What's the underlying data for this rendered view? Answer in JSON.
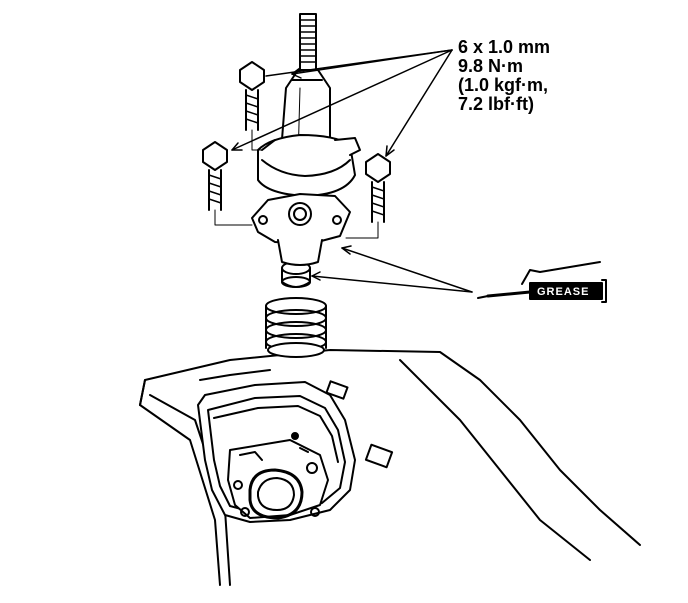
{
  "spec": {
    "line1": "6 x 1.0 mm",
    "line2": "9.8 N·m",
    "line3": "(1.0 kgf·m,",
    "line4": "7.2 lbf·ft)"
  },
  "grease": {
    "label": "GREASE"
  }
}
